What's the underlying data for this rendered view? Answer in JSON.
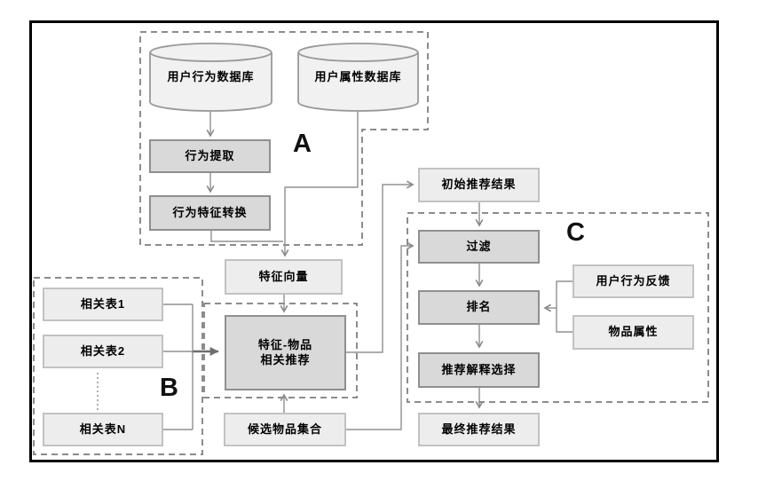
{
  "sections": {
    "a": "A",
    "b": "B",
    "c": "C"
  },
  "databases": {
    "behavior": "用户行为数据库",
    "attribute": "用户属性数据库"
  },
  "nodes": {
    "behavior_extract": "行为提取",
    "behavior_feature_convert": "行为特征转换",
    "feature_vector": "特征向量",
    "related_table_1": "相关表1",
    "related_table_2": "相关表2",
    "related_table_n": "相关表N",
    "feature_item_rec_line1": "特征-物品",
    "feature_item_rec_line2": "相关推荐",
    "candidate_item_set": "候选物品集合",
    "initial_rec_result": "初始推荐结果",
    "filter": "过滤",
    "ranking": "排名",
    "rec_explanation_select": "推荐解释选择",
    "final_rec_result": "最终推荐结果",
    "user_behavior_feedback": "用户行为反馈",
    "item_attribute": "物品属性"
  },
  "colors": {
    "background": "#ffffff",
    "frame_border": "#000000",
    "node_fill_light": "#ededed",
    "node_border_light": "#c2c2c2",
    "node_fill_dark": "#d9d9d9",
    "node_border_dark": "#8f8f8f",
    "cylinder_fill": "#f1f1f1",
    "cylinder_border": "#999999",
    "connector": "#909090",
    "dashed_outline": "#8c8c8c",
    "text": "#000000"
  }
}
